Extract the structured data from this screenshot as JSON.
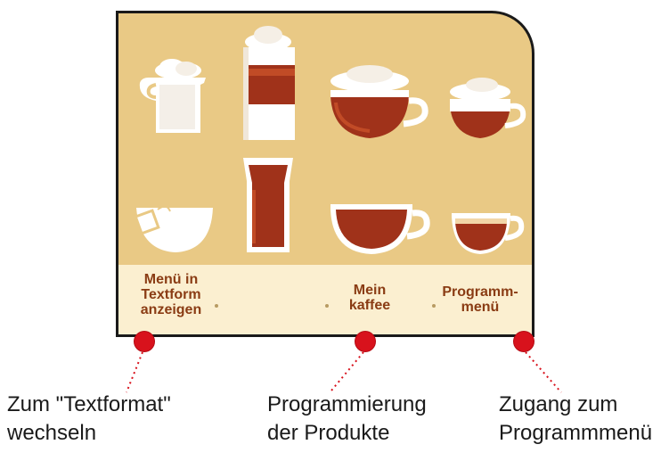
{
  "panel": {
    "products": [
      {
        "name": "Milchkännchen",
        "icon": "milk-jug-icon"
      },
      {
        "name": "Latte Macchiato",
        "icon": "latte-glass-icon"
      },
      {
        "name": "Cappuccino",
        "icon": "cappuccino-cup-icon"
      },
      {
        "name": "Espresso Macchiato",
        "icon": "small-foam-cup-icon"
      },
      {
        "name": "Tee",
        "icon": "tea-cup-icon"
      },
      {
        "name": "Americano",
        "icon": "tall-glass-icon"
      },
      {
        "name": "Kaffee",
        "icon": "coffee-cup-icon"
      },
      {
        "name": "Espresso",
        "icon": "espresso-cup-icon"
      }
    ],
    "bottom_bar": {
      "text_menu": {
        "line1": "Menü in",
        "line2": "Textform",
        "line3": "anzeigen"
      },
      "my_coffee": {
        "line1": "Mein",
        "line2": "kaffee"
      },
      "program_menu": {
        "line1": "Programm-",
        "line2": "menü"
      }
    }
  },
  "captions": {
    "left": {
      "line1": "Zum \"Textformat\"",
      "line2": "wechseln"
    },
    "middle": {
      "line1": "Programmierung",
      "line2": "der Produkte"
    },
    "right": {
      "line1": "Zugang zum",
      "line2": "Programmmenü"
    }
  },
  "colors": {
    "panel_bg": "#e9c985",
    "bar_bg": "#fbefd0",
    "label_text": "#8a3c14",
    "coffee": "#a0321a",
    "marker": "#d8121c"
  }
}
